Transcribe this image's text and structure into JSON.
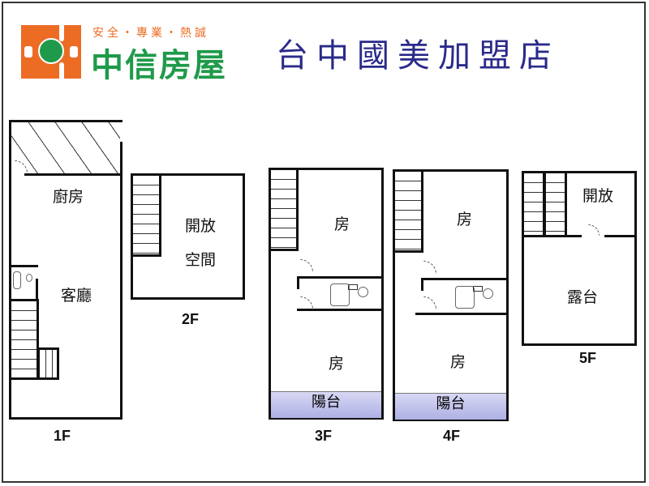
{
  "header": {
    "logo": {
      "icon": "zhongxin-globe-logo-icon",
      "slogan": "安全・專業・熱誠",
      "brand_name": "中信房屋",
      "brand_color": "#1f9a4a",
      "accent_color": "#ec6c24"
    },
    "store_name": "台中國美加盟店",
    "store_name_color": "#2a2a8a"
  },
  "floors": [
    {
      "label": "1F",
      "rooms": [
        "廚房",
        "客廳"
      ]
    },
    {
      "label": "2F",
      "rooms": [
        "開放",
        "空間"
      ]
    },
    {
      "label": "3F",
      "rooms": [
        "房",
        "房"
      ],
      "balcony": "陽台"
    },
    {
      "label": "4F",
      "rooms": [
        "房",
        "房"
      ],
      "balcony": "陽台"
    },
    {
      "label": "5F",
      "rooms": [
        "開放",
        "露台"
      ]
    }
  ],
  "colors": {
    "balcony_fill": "#bfc1ec",
    "wall": "#111111"
  }
}
